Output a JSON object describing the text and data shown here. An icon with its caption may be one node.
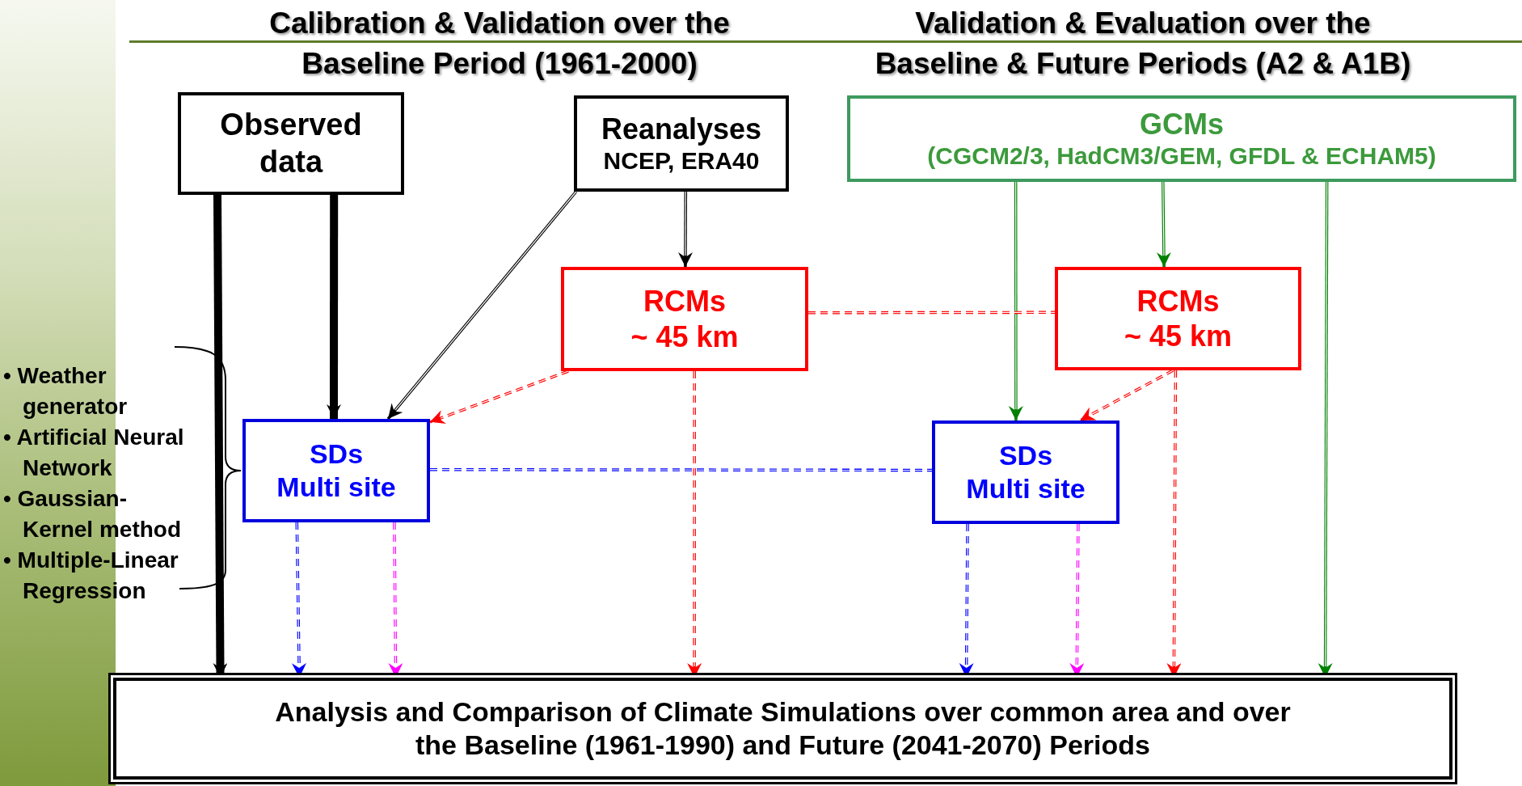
{
  "diagram": {
    "nodes": [
      {
        "text": [
          "Observed data"
        ]
      },
      {
        "text": [
          "Reanalyses",
          "NCEP, ERA40"
        ]
      },
      {
        "text": [
          "GCMs",
          "(CGCM2/3, HadCM3/GEM, GFDL & ECHAM5)"
        ]
      },
      {
        "text": [
          "RCMs",
          "~ 45 km"
        ]
      },
      {
        "text": [
          "RCMs",
          "~ 45 km"
        ]
      },
      {
        "text": [
          "SDs",
          "Multi site"
        ]
      },
      {
        "text": [
          "SDs",
          "Multi site"
        ]
      },
      {
        "text": [
          "Analysis and Comparison of Climate Simulations over common area and over the Baseline (1961-1990) and Future (2041-2070) Periods"
        ]
      }
    ],
    "edges": [
      {
        "from": 0,
        "to": 7,
        "arrow": "to",
        "style": "thick",
        "color": "#000000"
      },
      {
        "from": 0,
        "to": 5,
        "arrow": "to",
        "style": "thick",
        "color": "#000000"
      },
      {
        "from": 1,
        "to": 5,
        "arrow": "to",
        "color": "#000000"
      },
      {
        "from": 1,
        "to": 3,
        "arrow": "to",
        "color": "#000000"
      },
      {
        "from": 2,
        "to": 4,
        "arrow": "to",
        "color": "#008000"
      },
      {
        "from": 2,
        "to": 6,
        "arrow": "to",
        "color": "#008000"
      },
      {
        "from": 2,
        "to": 7,
        "arrow": "to",
        "color": "#008000"
      },
      {
        "from": 3,
        "to": 4,
        "arrow": "none",
        "style": "dashed"
      },
      {
        "from": 3,
        "to": 5,
        "arrow": "to",
        "style": "dashed"
      },
      {
        "from": 4,
        "to": 6,
        "arrow": "to",
        "style": "dashed"
      },
      {
        "from": 5,
        "to": 6,
        "arrow": "none",
        "style": "dashed",
        "color": "#0000ff"
      },
      {
        "from": 5,
        "to": 7,
        "arrow": "to",
        "style": "dashed",
        "color": "#0000ff"
      },
      {
        "from": 5,
        "to": 7,
        "arrow": "to",
        "style": "dashed",
        "color": "#ff00ff"
      },
      {
        "from": 3,
        "to": 7,
        "arrow": "to",
        "style": "dashed"
      },
      {
        "from": 6,
        "to": 7,
        "arrow": "to",
        "style": "dashed",
        "color": "#0000ff"
      },
      {
        "from": 6,
        "to": 7,
        "arrow": "to",
        "style": "dashed",
        "color": "#ff00ff"
      },
      {
        "from": 4,
        "to": 7,
        "arrow": "to",
        "style": "dashed"
      }
    ],
    "labels": [
      "Calibration & Validation over the Baseline Period (1961-2000)",
      "Validation & Evaluation over the Baseline & Future Periods (A2 & A1B)",
      "• Weather generator",
      "• Artificial Neural Network",
      "• Gaussian-Kernel method",
      "• Multiple-Linear Regression"
    ]
  }
}
